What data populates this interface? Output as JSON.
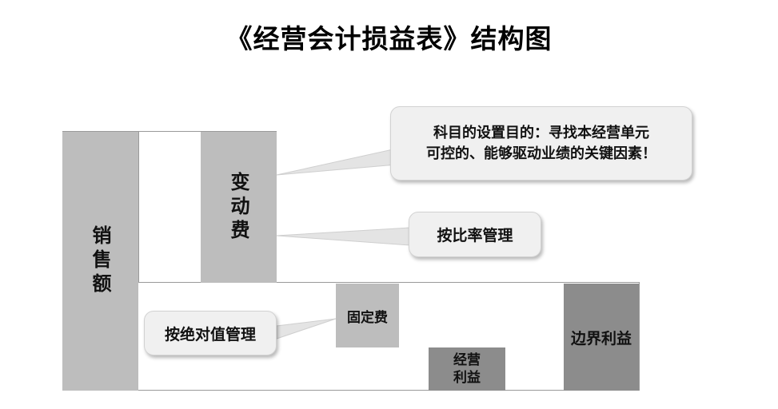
{
  "title": "《经营会计损益表》结构图",
  "blocks": {
    "sales": "销售额",
    "variable_cost": "变动费",
    "fixed_cost": "固定费",
    "operating_profit": "经营\n利益",
    "marginal_profit": "边界利益"
  },
  "callouts": {
    "purpose": "科目的设置目的：寻找本经营单元\n可控的、能够驱动业绩的关键因素！",
    "by_rate": "按比率管理",
    "by_absolute": "按绝对值管理"
  },
  "colors": {
    "light_block": "#bdbdbd",
    "dark_block": "#8c8c8c",
    "callout_fill": "#f0f0f0"
  }
}
